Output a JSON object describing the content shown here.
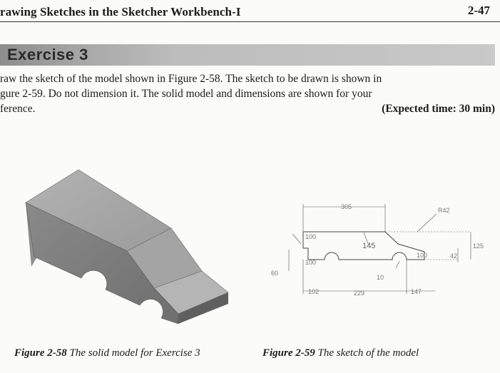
{
  "header": {
    "running_title": "rawing Sketches in the Sketcher Workbench-I",
    "page_number": "2-47"
  },
  "exercise": {
    "title": "Exercise 3",
    "instruction_lines": [
      "raw the sketch of the model shown in Figure 2-58. The sketch to be drawn is shown in",
      "gure 2-59. Do not dimension it. The solid model and dimensions are shown for your",
      "ference."
    ],
    "expected_time": "(Expected time: 30 min)"
  },
  "figure_58": {
    "number": "Figure 2-58",
    "caption": "The solid model for Exercise 3"
  },
  "figure_59": {
    "number": "Figure 2-59",
    "caption": "The sketch of the model",
    "dimensions": {
      "top_width": "305",
      "arc_radius": "R42",
      "slant_width": "145",
      "left_step": "100",
      "wheel_radius": "100",
      "right_step": "100",
      "right_height": "42",
      "right_total": "125",
      "total_height": "60",
      "wheel_gap": "10",
      "bottom_left": "102",
      "bottom_middle": "229",
      "bottom_right": "147"
    }
  }
}
